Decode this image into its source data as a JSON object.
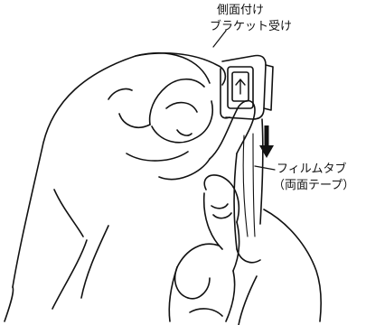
{
  "labels": {
    "bracket_line1": "側面付け",
    "bracket_line2": "ブラケット受け",
    "film_line1": "フィルムタブ",
    "film_line2": "（両面テープ）"
  },
  "colors": {
    "ink": "#111111",
    "background": "#ffffff"
  },
  "icons": {
    "direction_arrow": "arrow-down-icon",
    "bracket_symbol": "arrow-up-icon"
  }
}
